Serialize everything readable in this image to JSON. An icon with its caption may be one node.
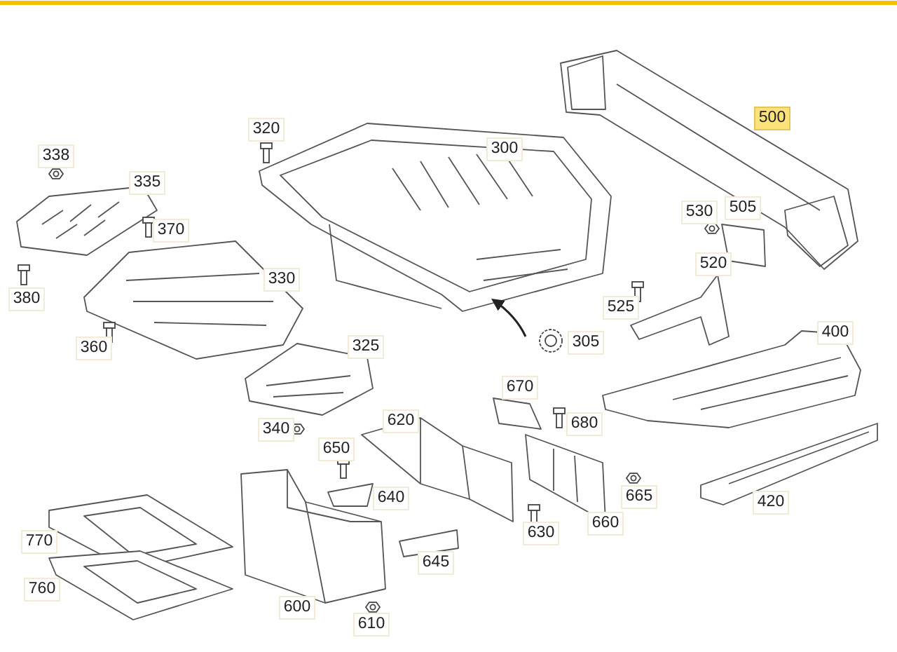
{
  "diagram": {
    "labels": [
      "500",
      "320",
      "338",
      "300",
      "335",
      "530",
      "505",
      "370",
      "520",
      "330",
      "380",
      "525",
      "400",
      "305",
      "325",
      "360",
      "670",
      "620",
      "680",
      "340",
      "650",
      "665",
      "420",
      "640",
      "660",
      "630",
      "770",
      "645",
      "600",
      "760",
      "610"
    ]
  }
}
